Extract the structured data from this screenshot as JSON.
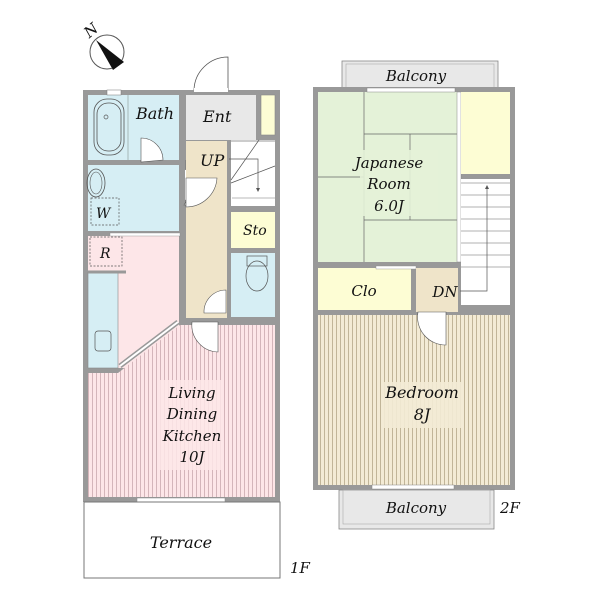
{
  "compass": {
    "label": "N"
  },
  "floors": {
    "first": {
      "label": "1F",
      "rooms": {
        "bath": "Bath",
        "entrance": "Ent",
        "stairs_up": "UP",
        "storage": "Sto",
        "washroom": "W",
        "refrigerator": "R",
        "ldk_line1": "Living",
        "ldk_line2": "Dining",
        "ldk_line3": "Kitchen",
        "ldk_size": "10J",
        "terrace": "Terrace"
      }
    },
    "second": {
      "label": "2F",
      "rooms": {
        "balcony_top": "Balcony",
        "japanese_line1": "Japanese",
        "japanese_line2": "Room",
        "japanese_size": "6.0J",
        "closet": "Clo",
        "stairs_down": "DN",
        "bedroom": "Bedroom",
        "bedroom_size": "8J",
        "balcony_bottom": "Balcony"
      }
    }
  },
  "colors": {
    "wall": "#999999",
    "water_area": "#d6eef4",
    "entrance": "#e8e8e8",
    "hall": "#efe4c9",
    "storage": "#fdfdd4",
    "ldk": "#fde6e8",
    "ldk_stripe": "#c9a7ad",
    "tatami": "#e4f2d8",
    "bedroom": "#f2ead4",
    "bedroom_stripe": "#b8ab8c",
    "balcony": "#e8e8e8"
  }
}
